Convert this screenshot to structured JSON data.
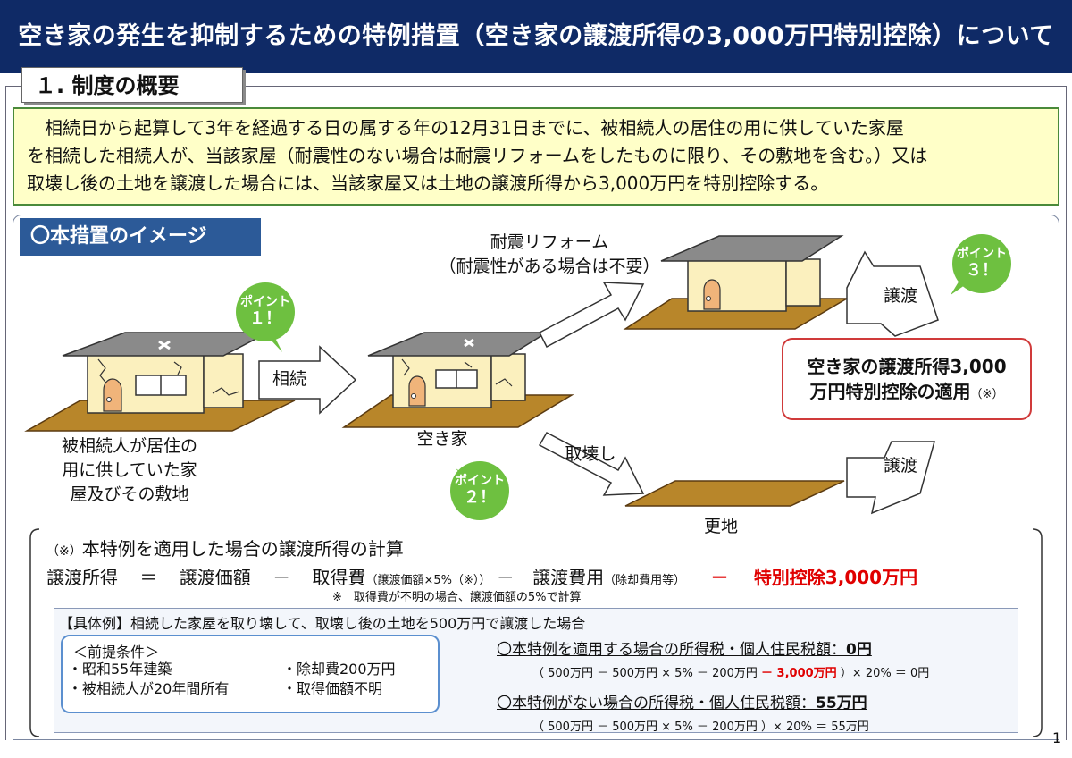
{
  "header": {
    "title": "空き家の発生を抑制するための特例措置（空き家の譲渡所得の3,000万円特別控除）について"
  },
  "section1": {
    "heading": "１. 制度の概要",
    "summary_lines": [
      "相続日から起算して3年を経過する日の属する年の12月31日までに、被相続人の居住の用に供していた家屋",
      "を相続した相続人が、当該家屋（耐震性のない場合は耐震リフォームをしたものに限り、その敷地を含む。）又は",
      "取壊し後の土地を譲渡した場合には、当該家屋又は土地の譲渡所得から3,000万円を特別控除する。"
    ]
  },
  "image_section": {
    "heading": "〇本措置のイメージ",
    "house1_label_lines": [
      "被相続人が居住の",
      "用に供していた家",
      "屋及びその敷地"
    ],
    "arrow_inherit": "相続",
    "house2_label": "空き家",
    "reform_label_lines": [
      "耐震リフォーム",
      "（耐震性がある場合は不要）"
    ],
    "arrow_demolish": "取壊し",
    "arrow_transfer_top": "譲渡",
    "arrow_transfer_bottom": "譲渡",
    "land_label": "更地",
    "result_lines": [
      "空き家の譲渡所得3,000",
      "万円特別控除の適用"
    ],
    "result_note": "（※）",
    "badges": [
      {
        "line1": "ポイント",
        "line2": "１！"
      },
      {
        "line1": "ポイント",
        "line2": "２！"
      },
      {
        "line1": "ポイント",
        "line2": "３！"
      }
    ]
  },
  "calculation": {
    "title_prefix": "（※）",
    "title": "本特例を適用した場合の譲渡所得の計算",
    "term1": "譲渡所得",
    "eq": "＝",
    "term2": "譲渡価額",
    "minus1": "－",
    "term3": "取得費",
    "term3_note": "（譲渡価額×5%（※））",
    "minus2": "－",
    "term4": "譲渡費用",
    "term4_note": "（除却費用等）",
    "minus3": "－",
    "term5": "特別控除3,000万円",
    "footnote": "※　取得費が不明の場合、譲渡価額の5%で計算"
  },
  "example": {
    "heading": "【具体例】相続した家屋を取り壊して、取壊し後の土地を500万円で譲渡した場合",
    "premise_title": "＜前提条件＞",
    "premises_left": [
      "・昭和55年建築",
      "・被相続人が20年間所有"
    ],
    "premises_right": [
      "・除却費200万円",
      "・取得価額不明"
    ],
    "with_title": "〇本特例を適用する場合の所得税・個人住民税額：",
    "with_amount": "0円",
    "with_calc_a": "（ 500万円 － 500万円 × 5% － 200万円 ",
    "with_calc_red": "－ 3,000万円",
    "with_calc_b": " ）× 20% ＝ 0円",
    "without_title": "〇本特例がない場合の所得税・個人住民税額：",
    "without_amount": "55万円",
    "without_calc": "（ 500万円 － 500万円 × 5% － 200万円 ）× 20% ＝ 55万円"
  },
  "page_number": "1",
  "colors": {
    "title_bg": "#0f2a66",
    "summary_bg": "#ffffc8",
    "summary_border": "#4a8a3a",
    "section_header_bg": "#2c5a98",
    "badge": "#6ec040",
    "accent_red": "#e00000",
    "house_wall": "#fbf0be",
    "roof": "#8a8a8a",
    "ground": "#b8862a",
    "door": "#f0b47a"
  }
}
